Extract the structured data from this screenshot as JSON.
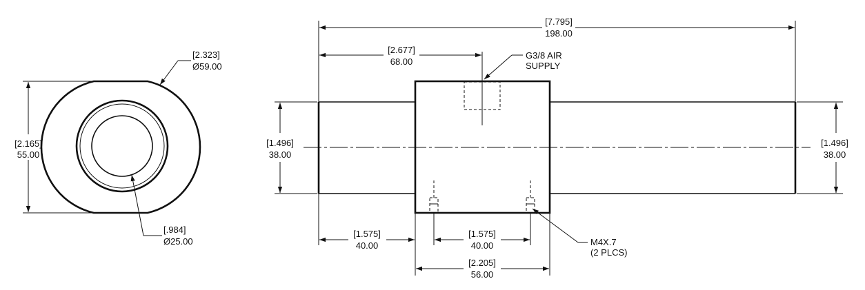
{
  "side_view": {
    "outer_diameter": {
      "inch": "[2.323]",
      "mm": "Ø59.00"
    },
    "flat_height": {
      "inch": "[2.165]",
      "mm": "55.00"
    },
    "bore_diameter": {
      "inch": "[.984]",
      "mm": "Ø25.00"
    }
  },
  "front_view": {
    "overall_length": {
      "inch": "[7.795]",
      "mm": "198.00"
    },
    "port_location": {
      "inch": "[2.677]",
      "mm": "68.00"
    },
    "port_note": {
      "line1": "G3/8 AIR",
      "line2": "SUPPLY"
    },
    "shaft_diameter_left": {
      "inch": "[1.496]",
      "mm": "38.00"
    },
    "shaft_diameter_right": {
      "inch": "[1.496]",
      "mm": "38.00"
    },
    "shaft_length_left": {
      "inch": "[1.575]",
      "mm": "40.00"
    },
    "hole_spacing": {
      "inch": "[1.575]",
      "mm": "40.00"
    },
    "body_length": {
      "inch": "[2.205]",
      "mm": "56.00"
    },
    "thread_note": {
      "line1": "M4X.7",
      "line2": "(2 PLCS)"
    }
  }
}
